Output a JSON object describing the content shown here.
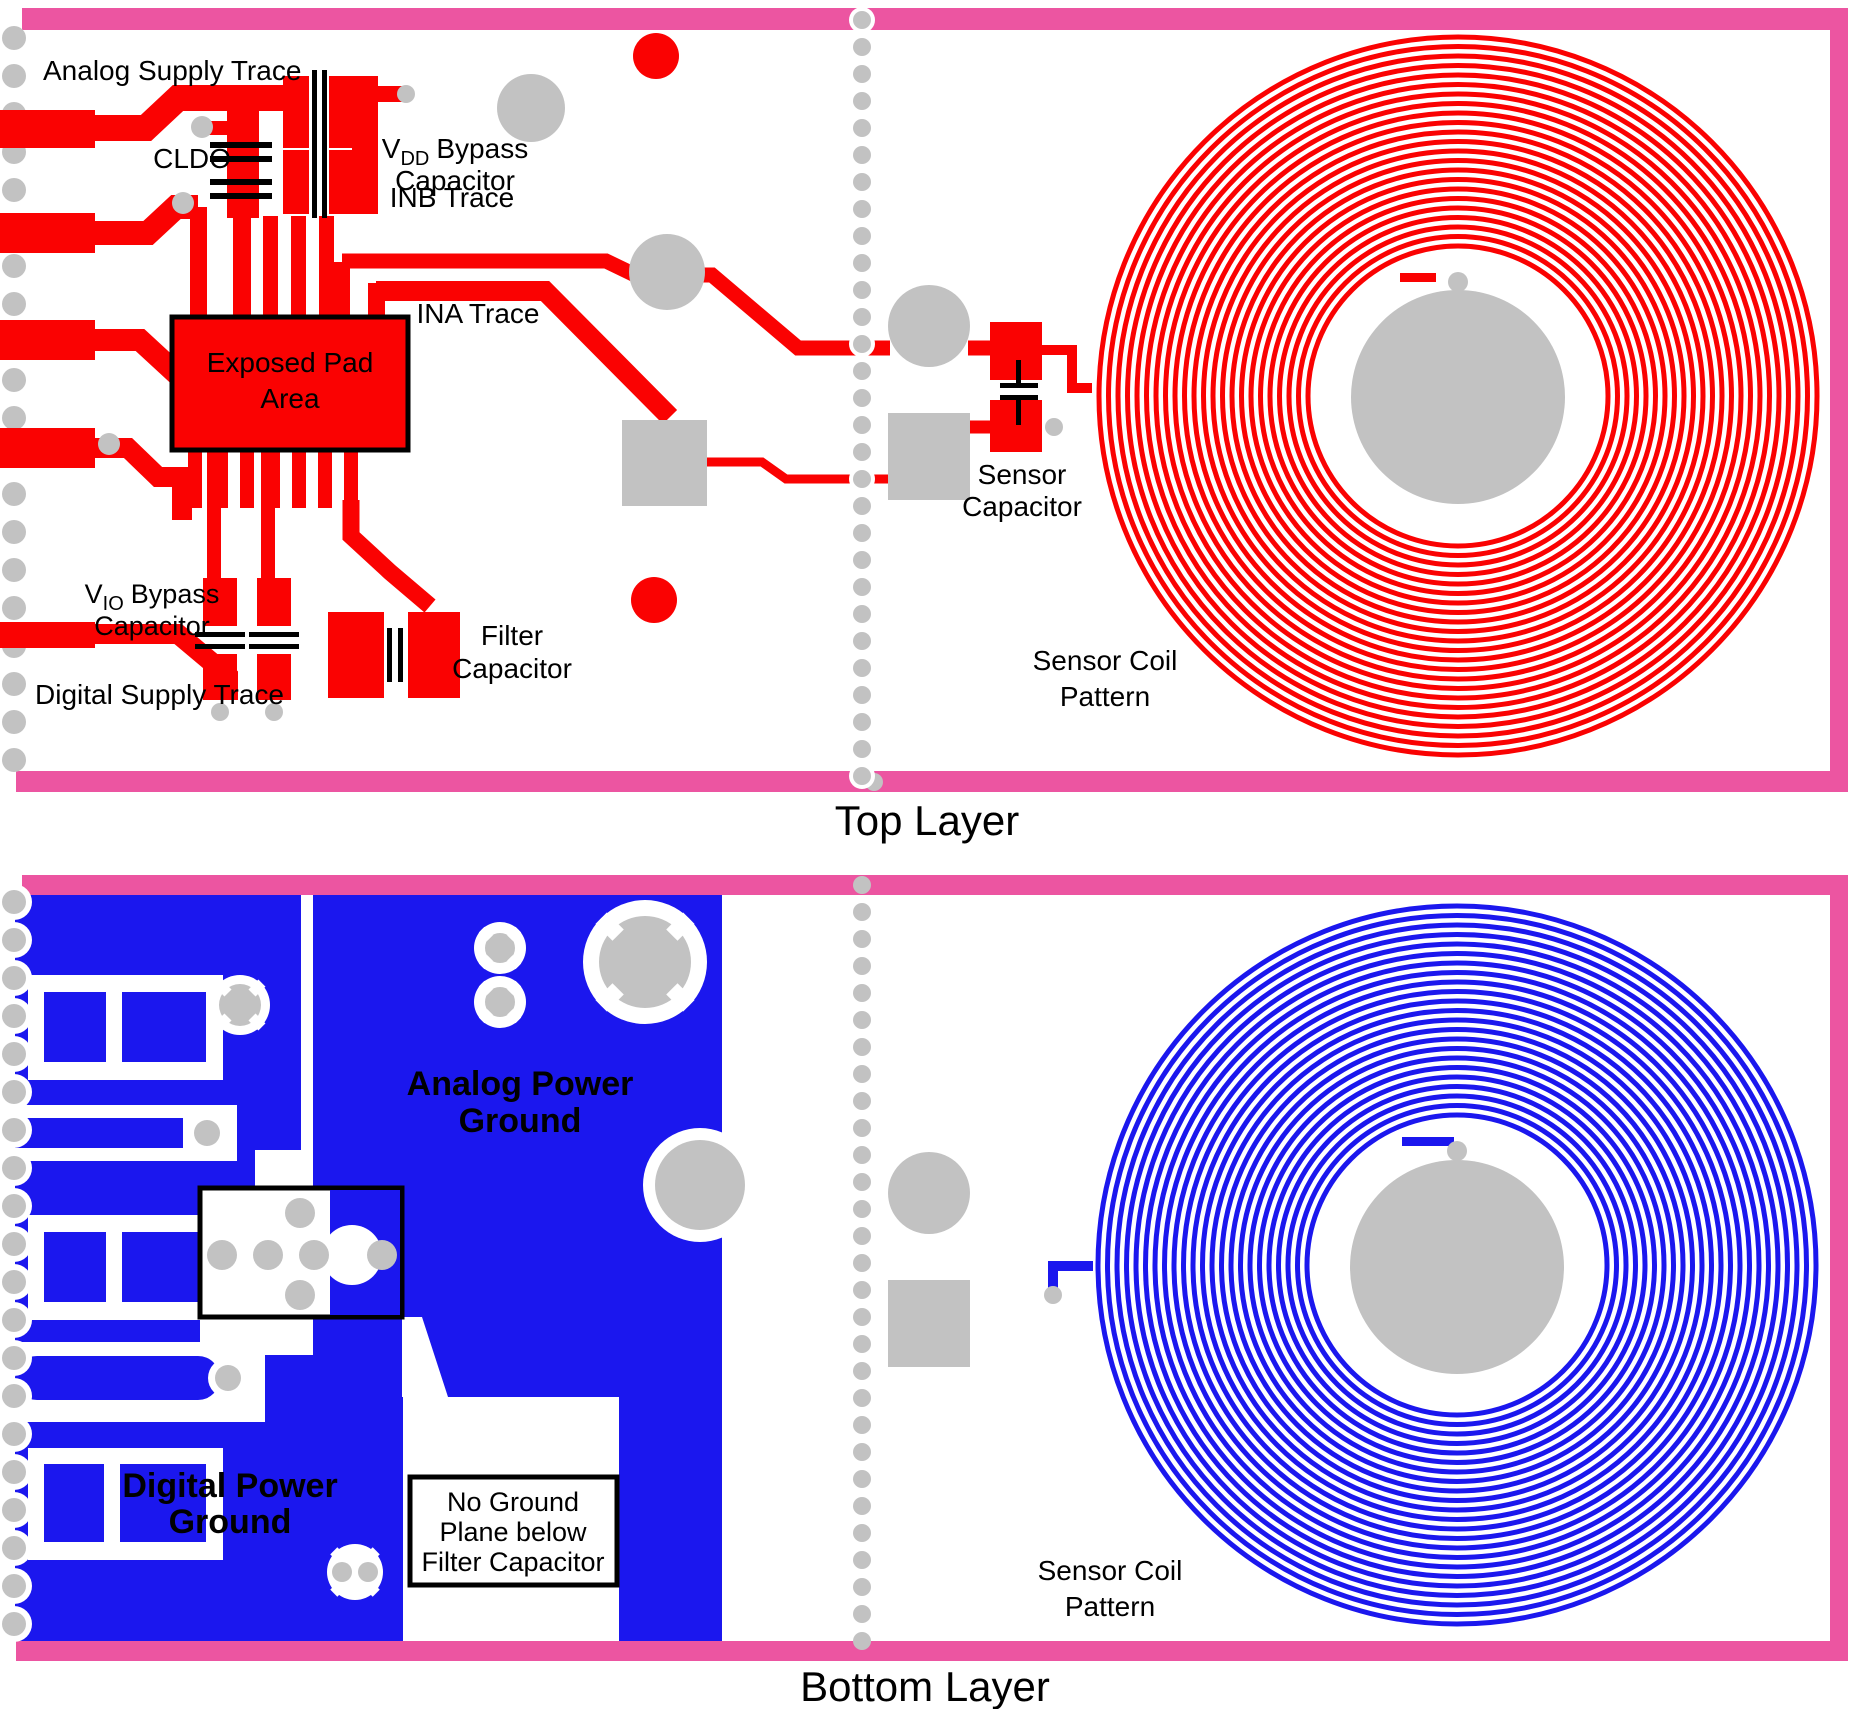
{
  "figure": {
    "type": "pcb-layout-diagram",
    "layers": [
      "Top Layer",
      "Bottom Layer"
    ]
  },
  "colors": {
    "top_copper_red": "#fa0202",
    "bottom_copper_blue": "#1b17ee",
    "board_outline_pink": "#ec55a1",
    "pad_via_gray": "#c2c2c2",
    "label_black": "#000000"
  },
  "top": {
    "caption": "Top Layer",
    "analog_supply": "Analog Supply Trace",
    "cldo": "CLDO",
    "vdd_v": "V",
    "vdd_sub": "DD",
    "vdd_rest": "Bypass",
    "vdd_line2": "Capacitor",
    "inb": "INB Trace",
    "ina": "INA Trace",
    "exposed_line1": "Exposed Pad",
    "exposed_line2": "Area",
    "vio_v": "V",
    "vio_sub": "IO",
    "vio_rest": "Bypass",
    "vio_line2": "Capacitor",
    "digital_supply": "Digital Supply Trace",
    "filter_line1": "Filter",
    "filter_line2": "Capacitor",
    "sensor_cap_line1": "Sensor",
    "sensor_cap_line2": "Capacitor",
    "coil_line1": "Sensor Coil",
    "coil_line2": "Pattern"
  },
  "bottom": {
    "caption": "Bottom Layer",
    "analog_line1": "Analog Power",
    "analog_line2": "Ground",
    "digital_line1": "Digital Power",
    "digital_line2": "Ground",
    "nognd_line1": "No Ground",
    "nognd_line2": "Plane below",
    "nognd_line3": "Filter Capacitor",
    "coil_line1": "Sensor Coil",
    "coil_line2": "Pattern"
  }
}
